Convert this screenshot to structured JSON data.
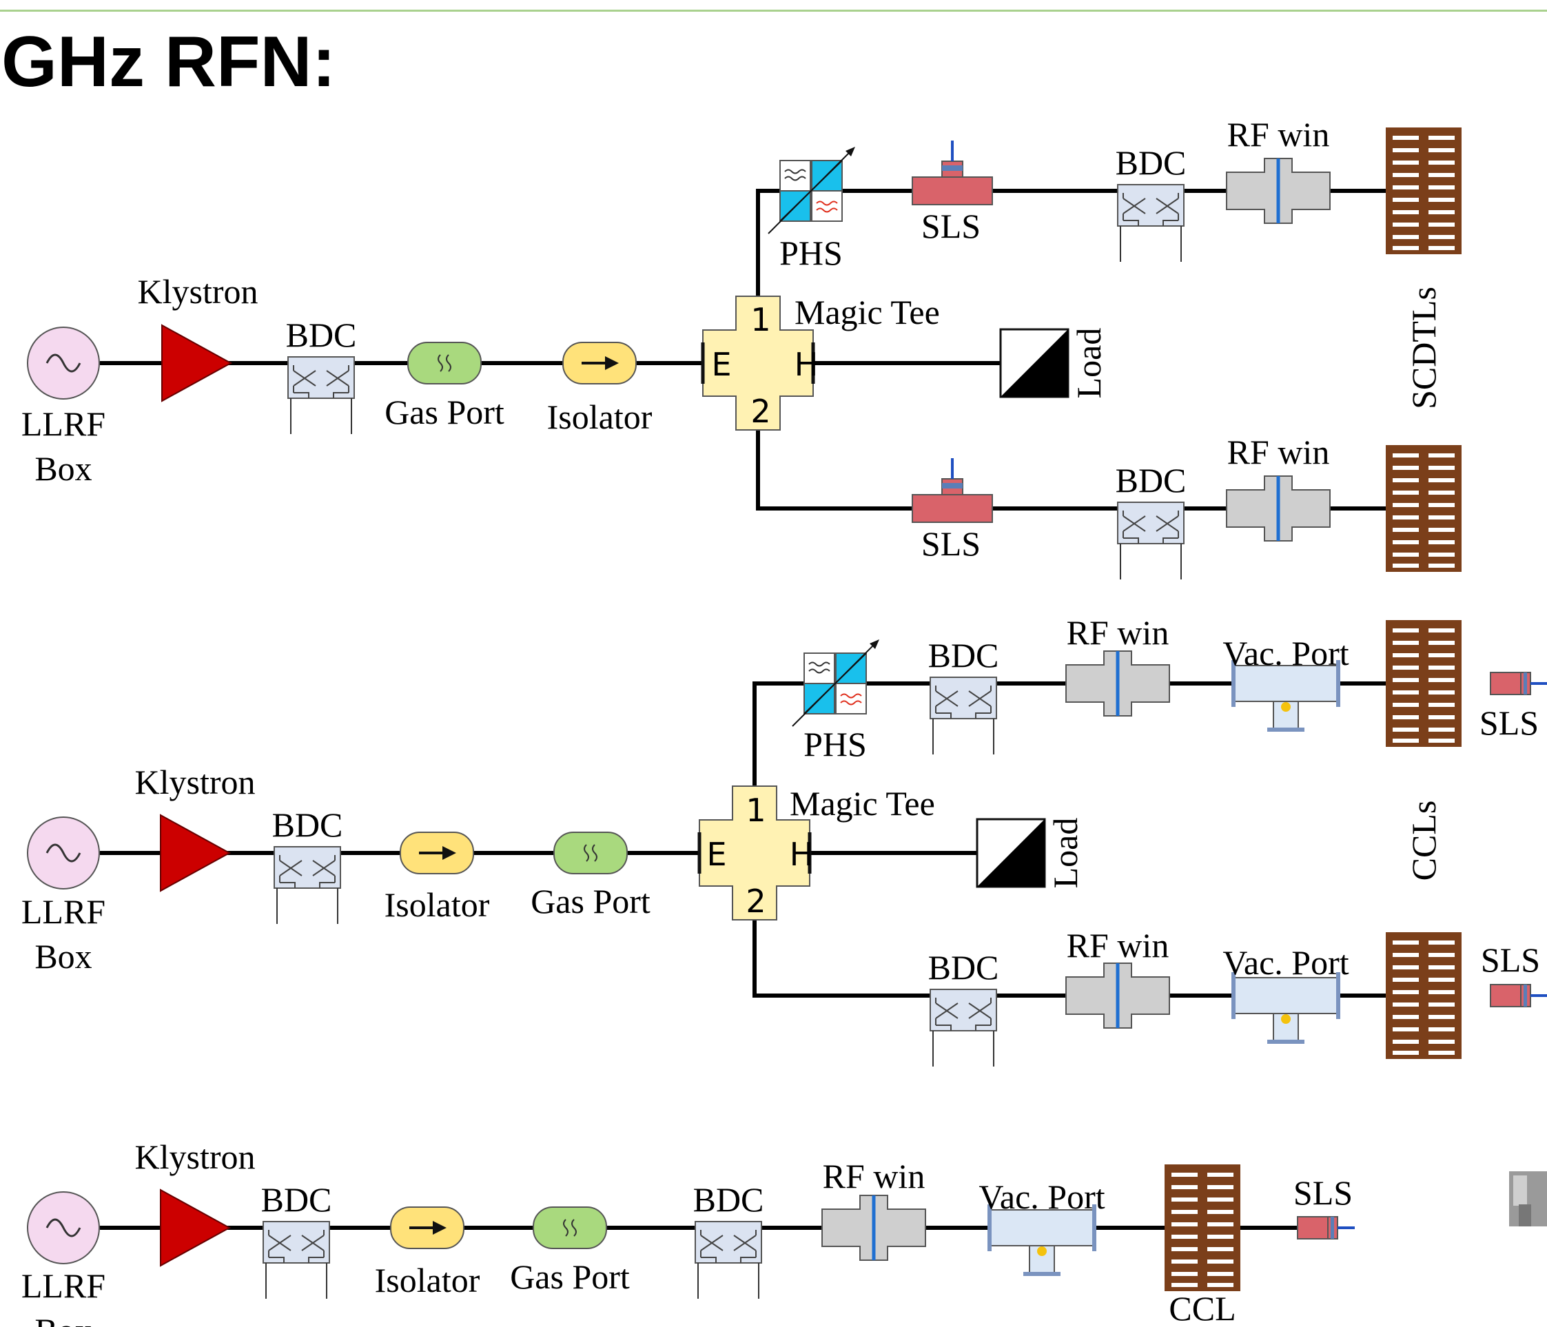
{
  "title": "GHz RFN:",
  "colors": {
    "wire": "#000000",
    "llrf_fill": "#f5d9ef",
    "klystron": "#cc0000",
    "bdc_fill": "#dbe3f1",
    "gas_port": "#a9d97e",
    "isolator": "#ffe27a",
    "magic_tee": "#fff2b3",
    "sls": "#d9636a",
    "rf_window": "#cfcfcf",
    "window_bar": "#1f6fd1",
    "vac_port": "#dbe7f5",
    "structure": "#7b3f1a",
    "phs_blue": "#19c0ec",
    "title_rule": "#a9d18e"
  },
  "lines": [
    {
      "name": "line-1",
      "source": [
        "LLRF",
        "Box"
      ],
      "klystron": "Klystron",
      "bdc": "BDC",
      "gas_port": "Gas Port",
      "isolator": "Isolator",
      "magic_tee": {
        "label": "Magic Tee",
        "port1": "1",
        "port2": "2",
        "portE": "E",
        "portH": "H"
      },
      "load": "Load",
      "upper_branch": {
        "phs": "PHS",
        "sls": "SLS",
        "bdc": "BDC",
        "rf_win": "RF win"
      },
      "lower_branch": {
        "sls": "SLS",
        "bdc": "BDC",
        "rf_win": "RF win"
      },
      "structures": "SCDTLs"
    },
    {
      "name": "line-2",
      "source": [
        "LLRF",
        "Box"
      ],
      "klystron": "Klystron",
      "bdc": "BDC",
      "isolator": "Isolator",
      "gas_port": "Gas Port",
      "magic_tee": {
        "label": "Magic Tee",
        "port1": "1",
        "port2": "2",
        "portE": "E",
        "portH": "H"
      },
      "load": "Load",
      "upper_branch": {
        "phs": "PHS",
        "bdc": "BDC",
        "rf_win": "RF win",
        "vac_port": "Vac. Port",
        "sls": "SLS"
      },
      "lower_branch": {
        "bdc": "BDC",
        "rf_win": "RF win",
        "vac_port": "Vac. Port",
        "sls": "SLS"
      },
      "structures": "CCLs"
    },
    {
      "name": "line-3",
      "source": [
        "LLRF",
        "Box"
      ],
      "klystron": "Klystron",
      "bdc": "BDC",
      "isolator": "Isolator",
      "gas_port": "Gas Port",
      "bdc2": "BDC",
      "rf_win": "RF win",
      "vac_port": "Vac. Port",
      "structure": "CCL",
      "sls": "SLS"
    }
  ]
}
